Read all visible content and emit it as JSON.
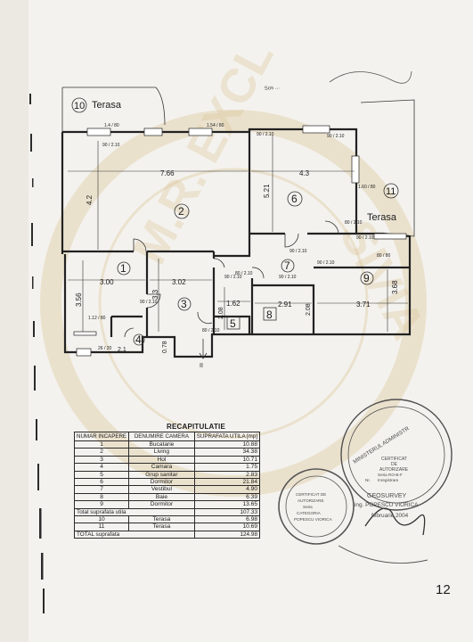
{
  "plan": {
    "terrace_left_num": "10",
    "terrace_left_label": "Terasa",
    "terrace_right_num": "11",
    "terrace_right_label": "Terasa",
    "rooms": [
      "1",
      "2",
      "3",
      "4",
      "5",
      "6",
      "7",
      "8",
      "9"
    ],
    "dims": {
      "d766": "7.66",
      "d43": "4.3",
      "d42": "4.2",
      "d521": "5.21",
      "d300": "3.00",
      "d302": "3.02",
      "d33": "3.3",
      "d356": "3.56",
      "d162": "1.62",
      "d208a": "2.08",
      "d291": "2.91",
      "d208b": "2.08",
      "d371": "3.71",
      "d368": "3.68",
      "d21": "2.1",
      "d078": "0.78"
    },
    "windows": {
      "w1": "1.4 / 80",
      "w2": "1.54 / 80",
      "w3": "1.60 / 80",
      "w4": "80 / 80",
      "w5": "1.12 / 80",
      "w6": "26 / 20"
    },
    "doors": {
      "d1": "90 / 2.10",
      "d2": "90 / 2.10",
      "d3": "90 / 2.10",
      "d4": "90 / 2.10",
      "d5": "80 / 2.10",
      "d6": "80 / 2.10",
      "d7": "90 / 2.10",
      "d8": "90 / 2.10",
      "d9": "90 / 2.10",
      "d10": "80 / 2.10",
      "d11": "90 / 2.10",
      "d12": "90 / 2.10"
    },
    "section_mark": "II"
  },
  "table": {
    "title": "RECAPITULATIE",
    "headers": {
      "col1": "NUMAR INCAPERE",
      "col2": "DENUMIRE CAMERA",
      "col3": "SUPRAFATA UTILA [mp]"
    },
    "rows": [
      {
        "num": "1",
        "name": "Bucatarie",
        "area": "10.88"
      },
      {
        "num": "2",
        "name": "Living",
        "area": "34.38"
      },
      {
        "num": "3",
        "name": "Hol",
        "area": "10.71"
      },
      {
        "num": "4",
        "name": "Camara",
        "area": "1.75"
      },
      {
        "num": "5",
        "name": "Grup sanitar",
        "area": "2.83"
      },
      {
        "num": "6",
        "name": "Dormitor",
        "area": "21.84"
      },
      {
        "num": "7",
        "name": "Vestibul",
        "area": "4.90"
      },
      {
        "num": "8",
        "name": "Baie",
        "area": "6.39"
      },
      {
        "num": "9",
        "name": "Dormitor",
        "area": "13.65"
      }
    ],
    "total_util_label": "Total suprafata utila",
    "total_util_value": "107.33",
    "terraces": [
      {
        "num": "10",
        "name": "Terasa",
        "area": "6.98"
      },
      {
        "num": "11",
        "name": "Terasa",
        "area": "10.69"
      }
    ],
    "total_label": "TOTAL suprafata",
    "total_value": "124.98"
  },
  "stamps": {
    "ministry_line1": "MINISTERUL ADMINISTR",
    "certificate_lines": [
      "CERTIFICAT",
      "DE",
      "AUTORIZARE",
      "Seria RO-B-F",
      "Nr.",
      "Inregistrare"
    ],
    "company": "GEOSURVEY",
    "person": "ing. POPESCU VIORICA",
    "date": "februarie 2004",
    "left_stamp_lines": [
      "CERTIFICAT DE",
      "AUTORIZARE",
      "Seria",
      "CATEGORIA",
      "POPESCU VIORICA"
    ],
    "top_stamp": "Sos ..."
  },
  "page_number": "12",
  "watermark": "M.R. EXCLUSIV IMOBILIARE"
}
